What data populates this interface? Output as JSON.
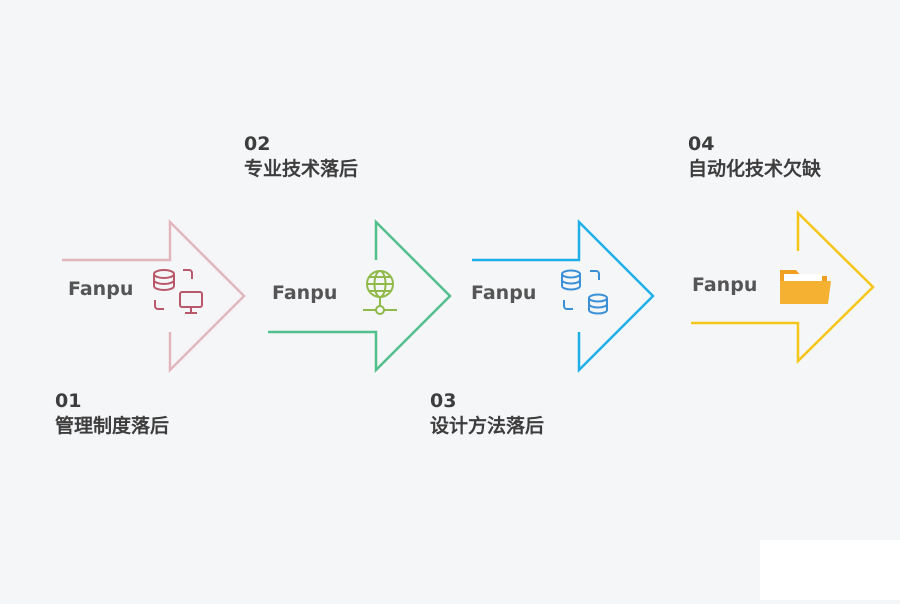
{
  "steps": [
    {
      "number": "01",
      "title": "管理制度落后",
      "brand": "Fanpu",
      "color": "#e3b6bc",
      "icon_color": "#b9586a",
      "icon": "database-monitor-icon"
    },
    {
      "number": "02",
      "title": "专业技术落后",
      "brand": "Fanpu",
      "color": "#52c08b",
      "icon_color": "#8fba4a",
      "icon": "globe-network-icon"
    },
    {
      "number": "03",
      "title": "设计方法落后",
      "brand": "Fanpu",
      "color": "#1eaee8",
      "icon_color": "#3a8fd6",
      "icon": "database-sync-icon"
    },
    {
      "number": "04",
      "title": "自动化技术欠缺",
      "brand": "Fanpu",
      "color": "#f5c518",
      "icon_color": "#f0a020",
      "icon": "folder-icon"
    }
  ]
}
